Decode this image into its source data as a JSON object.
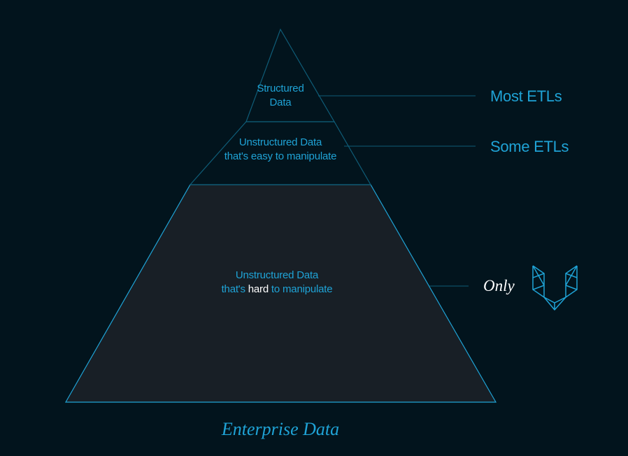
{
  "colors": {
    "background": "#02141d",
    "accent": "#1fa3d6",
    "outline": "#0f5d78",
    "bottom_fill": "#181f26",
    "highlight": "#ffffff"
  },
  "tiers": {
    "top": {
      "line1": "Structured",
      "line2": "Data"
    },
    "middle": {
      "line1": "Unstructured Data",
      "line2": "that's easy to manipulate"
    },
    "bottom": {
      "line1": "Unstructured Data",
      "line2_prefix": "that's ",
      "line2_highlight": "hard",
      "line2_suffix": " to manipulate"
    }
  },
  "labels": {
    "top": "Most ETLs",
    "middle": "Some ETLs",
    "bottom": "Only"
  },
  "logo_icon": "unstructured-logo-icon",
  "footer": {
    "caption": "Enterprise Data"
  }
}
